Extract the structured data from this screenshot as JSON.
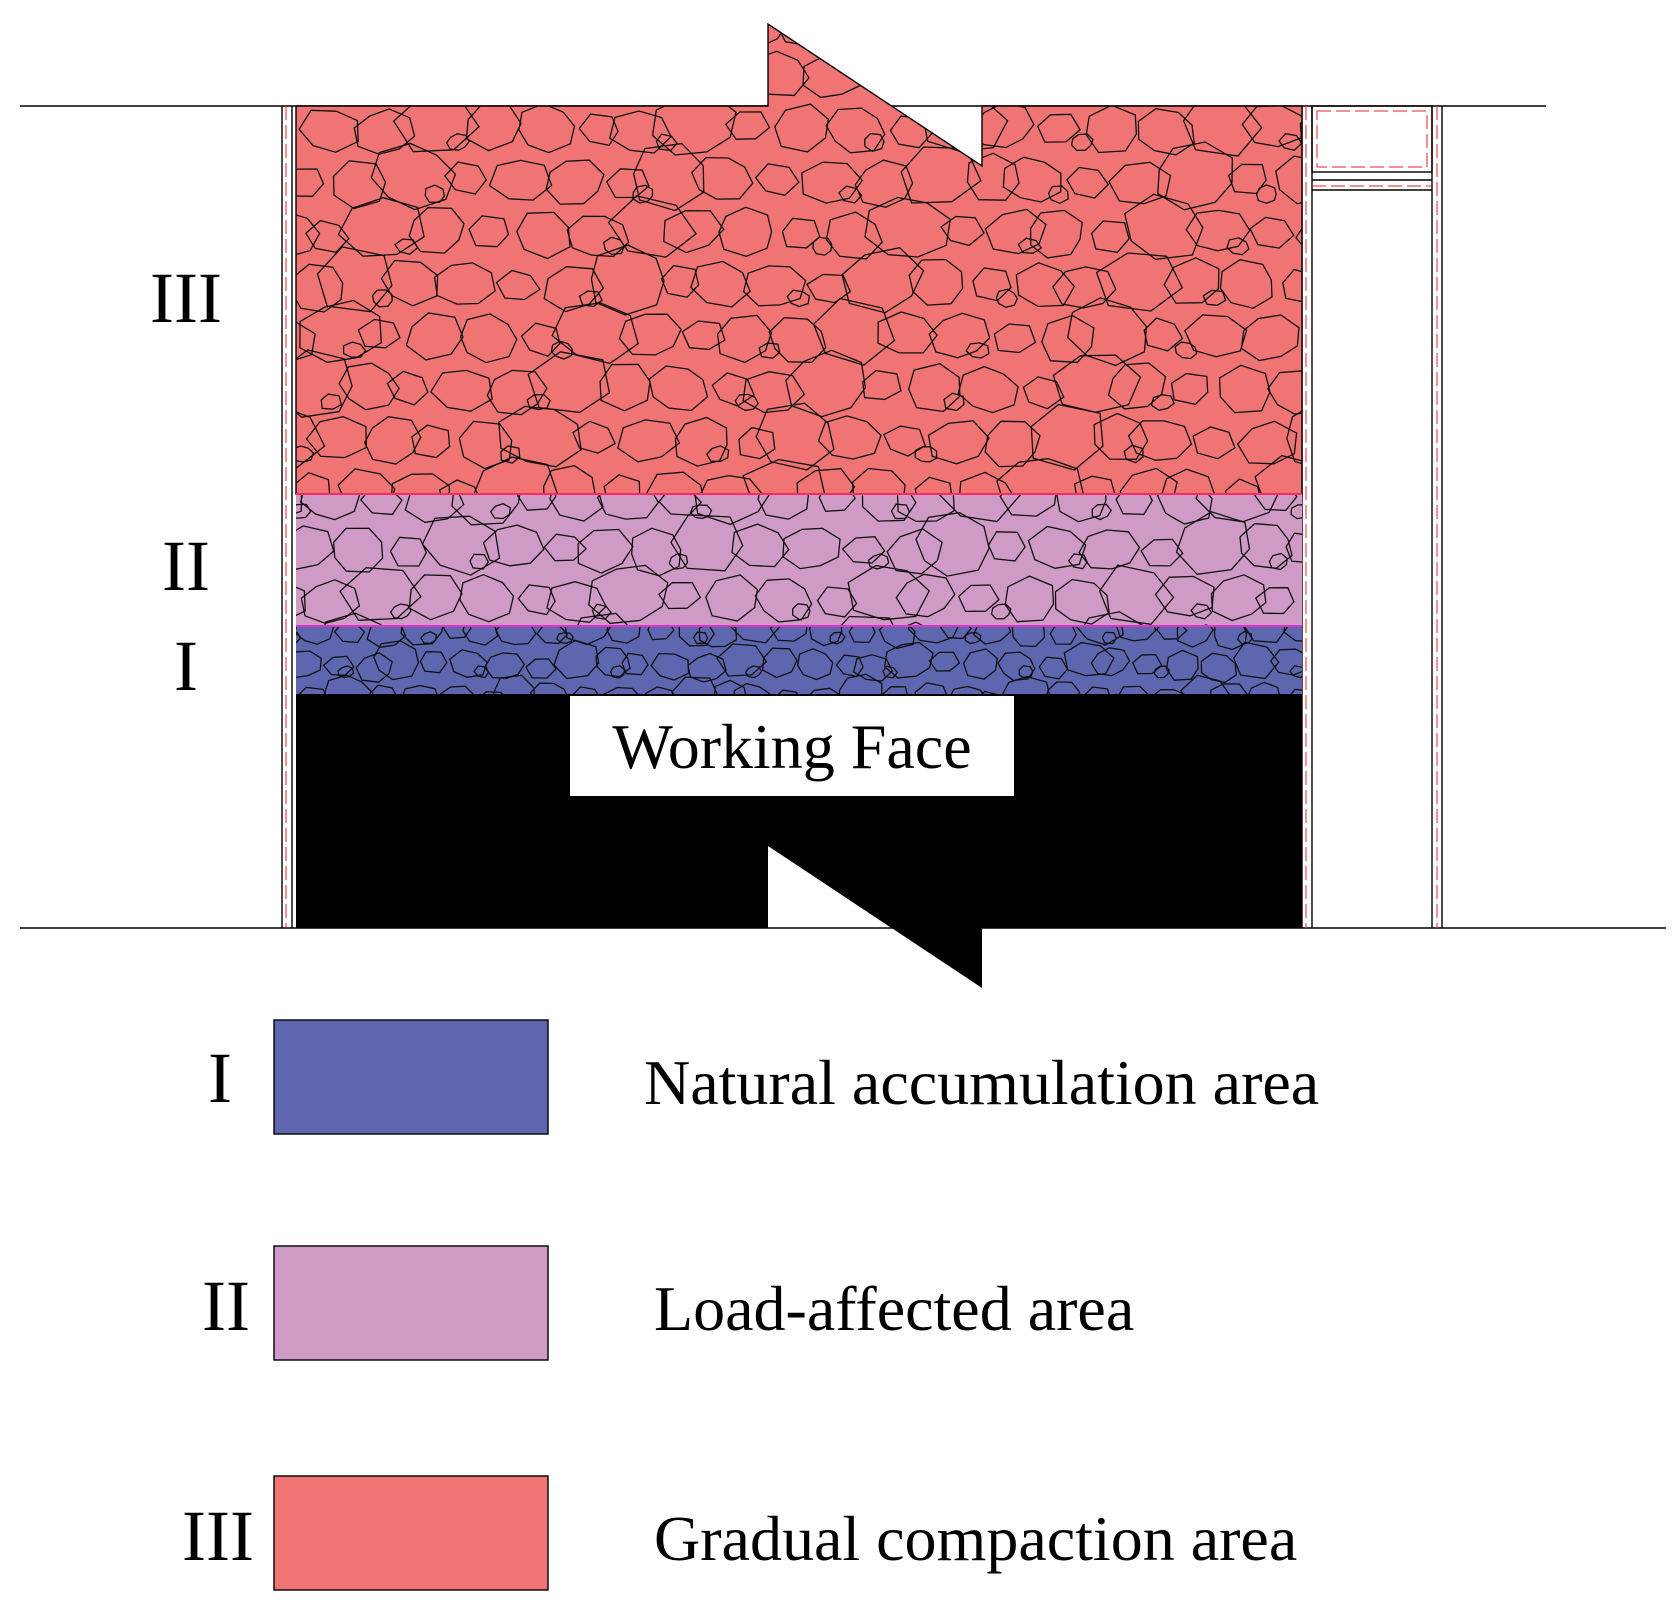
{
  "colors": {
    "zone_I": "#5e66b0",
    "zone_II": "#d09ac6",
    "zone_III": "#f07474",
    "working_face": "#000000",
    "boundary_line": "#ff2b5e",
    "roadway_red": "#e8202a"
  },
  "zones": [
    {
      "id": "I",
      "roman": "I"
    },
    {
      "id": "II",
      "roman": "II"
    },
    {
      "id": "III",
      "roman": "III"
    }
  ],
  "working_face_label": "Working Face",
  "legend": [
    {
      "roman": "I",
      "label": "Natural accumulation area",
      "color": "#5e66b0"
    },
    {
      "roman": "II",
      "label": "Load-affected area",
      "color": "#d09ac6"
    },
    {
      "roman": "III",
      "label": "Gradual compaction area",
      "color": "#f07474"
    }
  ]
}
